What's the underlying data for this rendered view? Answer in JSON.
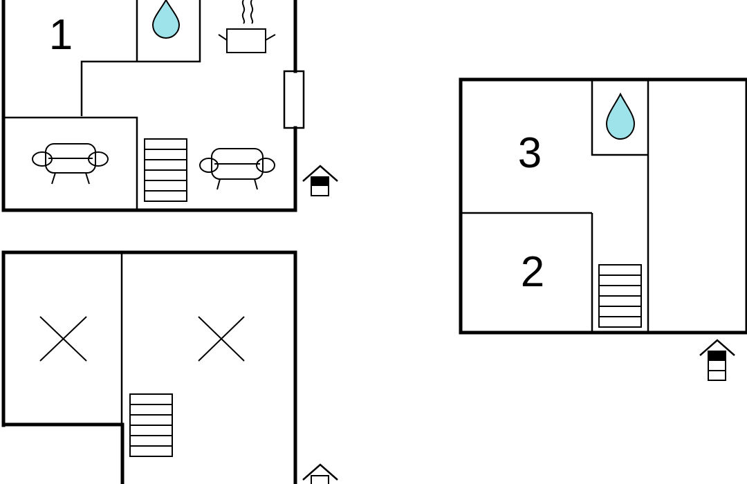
{
  "floorplan": {
    "room_labels": {
      "room1": "1",
      "room2": "2",
      "room3": "3"
    },
    "colors": {
      "water": "#9fe3ea",
      "wall": "#000000",
      "background": "#ffffff"
    },
    "icons": [
      "water-drop-icon",
      "stove-pot-icon",
      "sofa-icon",
      "armchair-icon",
      "stairs-icon",
      "entrance-icon",
      "cross-mark-icon"
    ]
  }
}
